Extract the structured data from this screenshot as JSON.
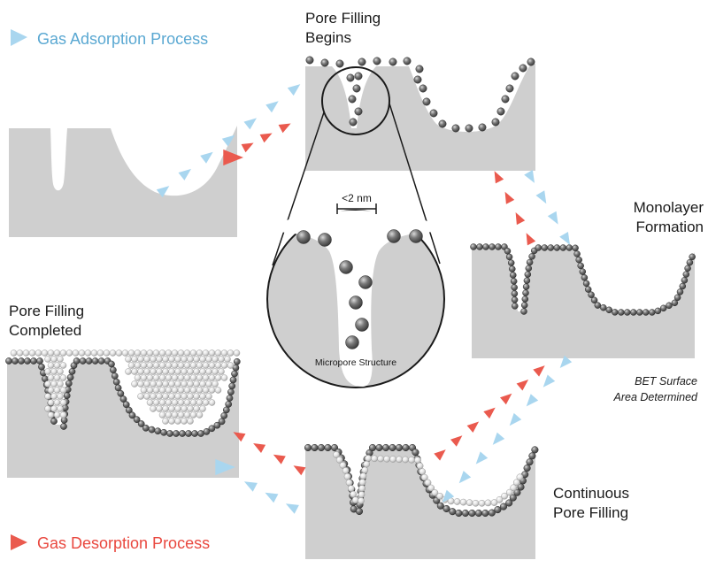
{
  "colors": {
    "surface": "#cfcfcf",
    "adsorption": "#a9d6ef",
    "desorption": "#ea5a4e",
    "adsorption_text": "#5aa8d2",
    "desorption_text": "#e9483f",
    "molecule": "#666666",
    "molecule_light": "#dcdcdc"
  },
  "legend": {
    "adsorption": "Gas Adsorption Process",
    "desorption": "Gas Desorption Process"
  },
  "stages": {
    "pore_filling_begins": [
      "Pore Filling",
      "Begins"
    ],
    "monolayer": [
      "Monolayer",
      "Formation"
    ],
    "bet": [
      "BET Surface",
      "Area Determined"
    ],
    "continuous": [
      "Continuous",
      "Pore Filling"
    ],
    "completed": [
      "Pore Filling",
      "Completed"
    ]
  },
  "inset": {
    "scale": "<2 nm",
    "caption": "Micropore Structure"
  }
}
